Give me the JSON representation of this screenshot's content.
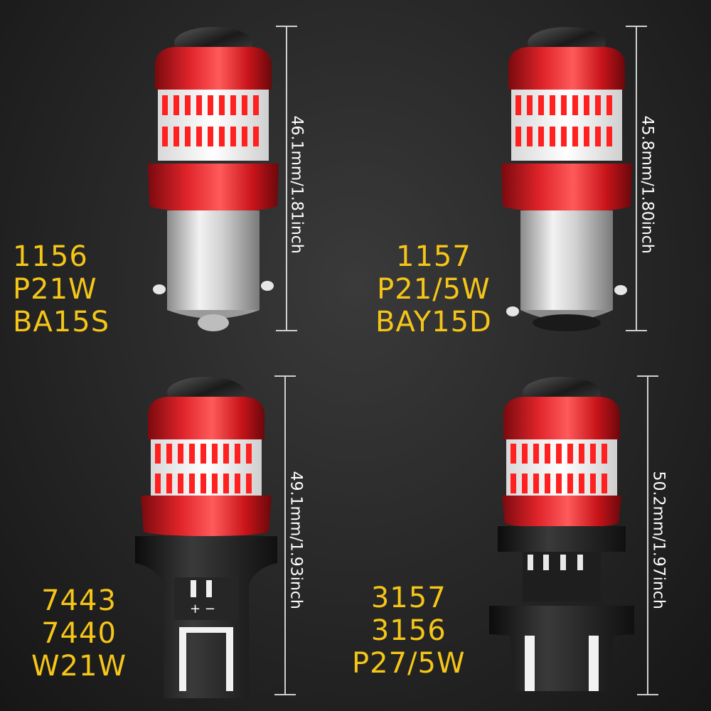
{
  "colors": {
    "label_yellow": "#f5c518",
    "housing_red": "#c8141a",
    "led_red": "#ff2020",
    "text_white": "#ffffff"
  },
  "bulbs": [
    {
      "id": "ba15s",
      "codes": [
        "1156",
        "P21W",
        "BA15S"
      ],
      "dimension": "46.1mm/1.81inch",
      "base": "metal-single",
      "icon": "led-bulb-icon"
    },
    {
      "id": "bay15d",
      "codes": [
        "1157",
        "P21/5W",
        "BAY15D"
      ],
      "dimension": "45.8mm/1.80inch",
      "base": "metal-dual",
      "icon": "led-bulb-icon"
    },
    {
      "id": "w21w",
      "codes": [
        "7443",
        "7440",
        "W21W"
      ],
      "dimension": "49.1mm/1.93inch",
      "base": "wedge-7443",
      "polarity": "+  −",
      "icon": "led-bulb-icon"
    },
    {
      "id": "p27",
      "codes": [
        "3157",
        "3156",
        "P27/5W"
      ],
      "dimension": "50.2mm/1.97inch",
      "base": "wedge-3157",
      "icon": "led-bulb-icon"
    }
  ]
}
